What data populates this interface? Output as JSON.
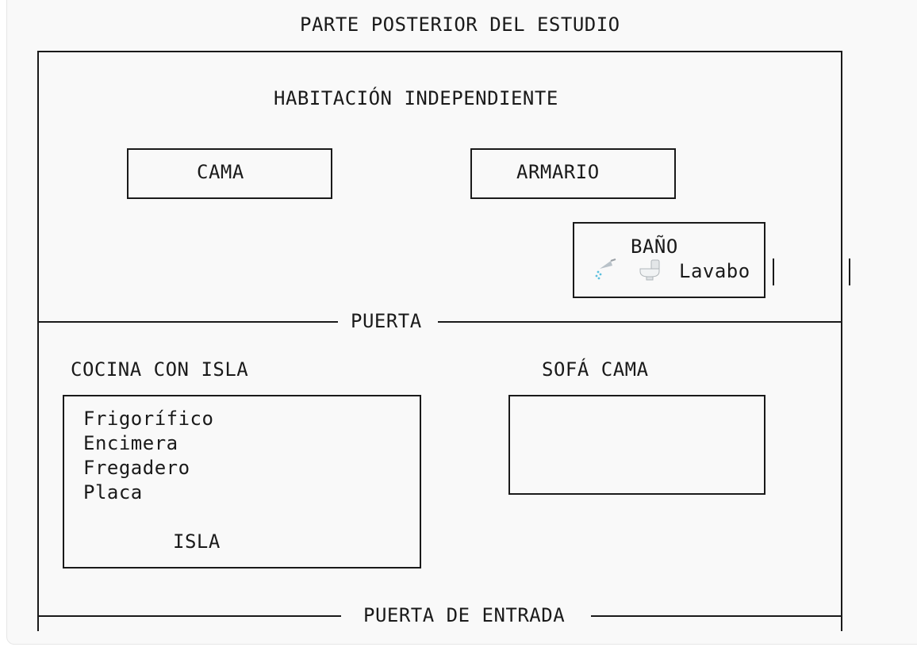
{
  "title": "PARTE POSTERIOR DEL ESTUDIO",
  "room_bedroom": "HABITACIÓN INDEPENDIENTE",
  "bed": "CAMA",
  "wardrobe": "ARMARIO",
  "bathroom": {
    "label": "BAÑO",
    "icons": [
      "shower-icon",
      "toilet-icon"
    ],
    "sink": "Lavabo"
  },
  "inner_door": "PUERTA",
  "kitchen": {
    "label": "COCINA CON ISLA",
    "items": [
      "Frigorífico",
      "Encimera",
      "Fregadero",
      "Placa"
    ],
    "island": "ISLA"
  },
  "sofa_bed": "SOFÁ CAMA",
  "entrance_door": "PUERTA DE ENTRADA"
}
